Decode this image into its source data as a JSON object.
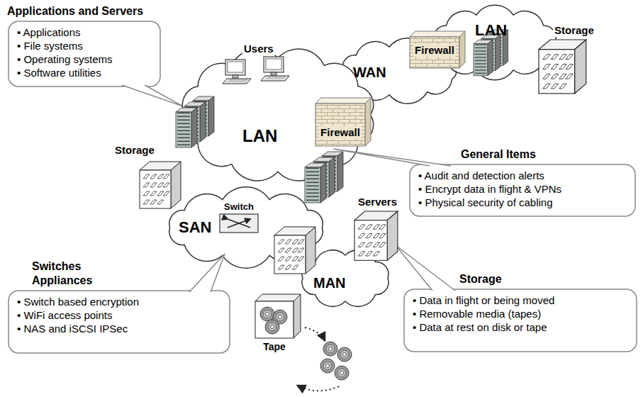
{
  "diagram": {
    "nodes": [
      {
        "text": [
          "Applications and Servers",
          "• Applications",
          "• File systems",
          "• Operating systems",
          "• Software utilities"
        ]
      },
      {
        "text": [
          "WAN"
        ]
      },
      {
        "text": [
          "Firewall"
        ],
        "in": 1
      },
      {
        "text": [
          "LAN"
        ]
      },
      {
        "text": [
          "LAN"
        ]
      },
      {
        "text": [
          "Firewall"
        ],
        "in": 4
      },
      {
        "text": [
          "General Items",
          "• Audit and detection alerts",
          "• Encrypt data in flight & VPNs",
          "• Physical security of cabling"
        ]
      },
      {
        "text": [
          "SAN"
        ]
      },
      {
        "text": [
          "Switch"
        ],
        "in": 7
      },
      {
        "text": [
          "Switches Appliances",
          "• Switch based encryption",
          "• WiFi access points",
          "• NAS and iSCSI IPSec"
        ]
      },
      {
        "text": [
          "MAN"
        ]
      },
      {
        "text": [
          "Tape"
        ]
      },
      {
        "text": [
          "Storage",
          "• Data in flight or being moved",
          "• Removable media (tapes)",
          "• Data at rest on disk or tape"
        ]
      }
    ],
    "labels": [
      "Users",
      "Storage",
      "Storage",
      "Servers"
    ]
  }
}
